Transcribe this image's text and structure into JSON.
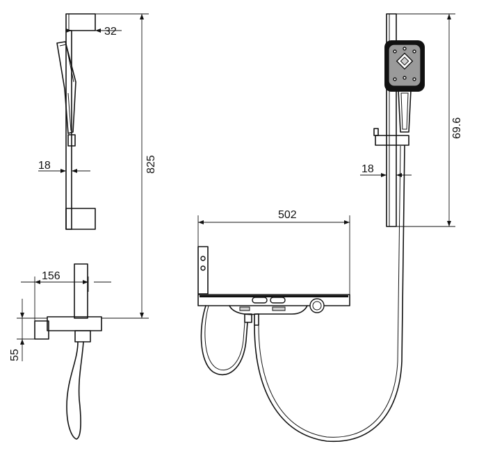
{
  "dimensions": {
    "bracket_depth": "32",
    "handle_gap_left": "18",
    "total_height": "825",
    "mixer_projection": "156",
    "outlet_height": "55",
    "shelf_width": "502",
    "handle_gap_right": "18",
    "head_height": "69.6"
  }
}
